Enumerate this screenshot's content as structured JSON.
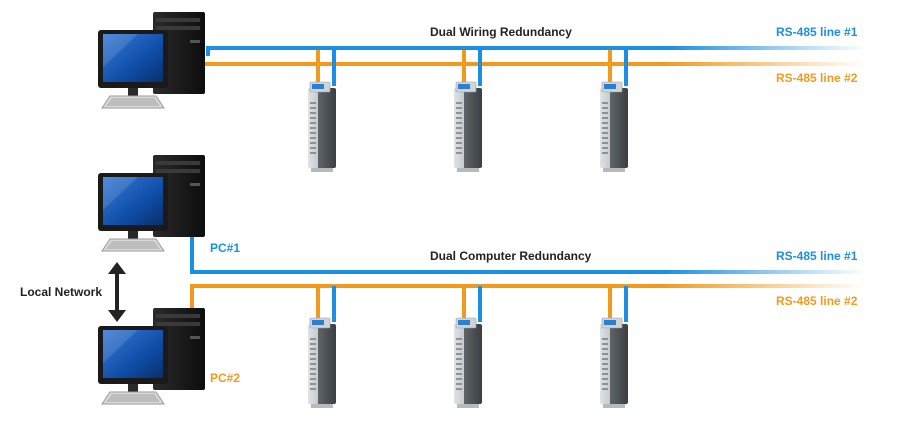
{
  "colors": {
    "rs485_line1": "#1a8fe3",
    "rs485_line2": "#f39a1e",
    "text": "#222222"
  },
  "sections": {
    "dual_wiring": {
      "title": "Dual Wiring Redundancy",
      "line1_label": "RS-485 line #1",
      "line2_label": "RS-485 line #2"
    },
    "dual_computer": {
      "title": "Dual Computer Redundancy",
      "line1_label": "RS-485 line #1",
      "line2_label": "RS-485 line #2",
      "pc1_label": "PC#1",
      "pc2_label": "PC#2",
      "network_label": "Local Network"
    }
  },
  "icons": [
    "desktop-computer-icon",
    "io-module-icon",
    "double-arrow-icon"
  ]
}
